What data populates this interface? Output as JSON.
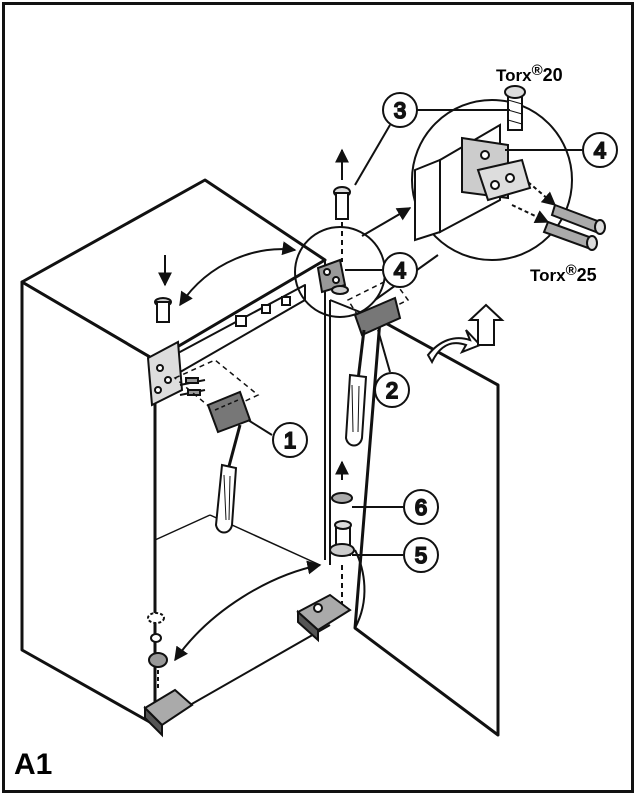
{
  "figure": {
    "label": "A1"
  },
  "torx_labels": [
    {
      "brand": "Torx",
      "mark": "®",
      "size": "20"
    },
    {
      "brand": "Torx",
      "mark": "®",
      "size": "25"
    }
  ],
  "callouts": [
    "1",
    "2",
    "3",
    "4",
    "4",
    "5",
    "6"
  ],
  "colors": {
    "line": "#111111",
    "fill_light": "#ffffff",
    "fill_gray": "#c8c8c8",
    "fill_dark": "#555555"
  }
}
